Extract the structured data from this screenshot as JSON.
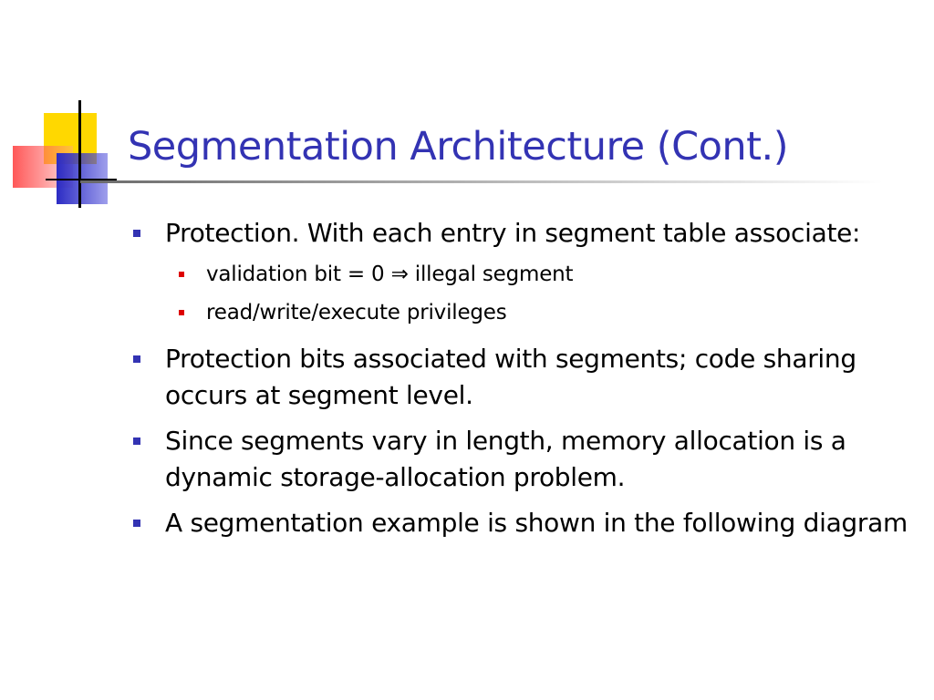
{
  "slide": {
    "title": "Segmentation Architecture (Cont.)",
    "bullets": [
      {
        "text": "Protection.  With each entry in segment table associate:",
        "subbullets": [
          "validation bit = 0 ⇒ illegal segment",
          "read/write/execute privileges"
        ]
      },
      {
        "text": "Protection bits associated with segments; code sharing occurs at segment level.",
        "subbullets": []
      },
      {
        "text": "Since segments vary in length, memory allocation is a dynamic storage-allocation problem.",
        "subbullets": []
      },
      {
        "text": "A segmentation example is shown in the following diagram",
        "subbullets": []
      }
    ]
  },
  "colors": {
    "title": "#3333b3",
    "bullet": "#3333b3",
    "subbullet": "#dd0000",
    "logo_yellow": "#ffd800",
    "logo_red": "#ff4646",
    "logo_blue": "#2c2cc4"
  }
}
